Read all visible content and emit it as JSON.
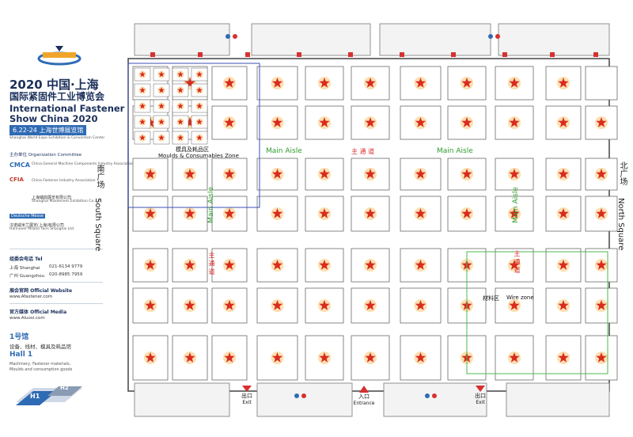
{
  "header": {
    "title_cn": "2020 中国·上海",
    "title_cn2": "国际紧固件工业博览会",
    "title_en1": "International Fastener",
    "title_en2": "Show China 2020",
    "dates": "6.22-24 上海世博展览馆",
    "venue_en": "Shanghai World Expo Exhibition & Convention Center"
  },
  "organizers": {
    "heading": "主办单位 Organization Committee",
    "org1_abbr": "CMCA",
    "org1_name": "China General Machine Components Industry Association",
    "org2_abbr": "CFIA",
    "org2_name": "China Fastener Industry Association",
    "org3_name": "上海镇鼎展览有限公司",
    "org3_en": "Shanghai Maxxevent Exhibition Co.,Ltd",
    "org4_name": "Deutsche Messe",
    "org4_cn": "汉诺威米兰展览(上海)有限公司",
    "org4_en": "Hannover Milano Fairs Shanghai Ltd."
  },
  "contact": {
    "tel_heading": "组委会电话 Tel",
    "sh_label": "上海  Shanghai",
    "sh_tel": "021-6134 9779",
    "gz_label": "广州  Guangzhou",
    "gz_tel": "020-8985 7959",
    "web_heading": "展会官网 Official Website",
    "web_url": "www.Afastener.com",
    "media_heading": "官方媒体 Official Media",
    "media_url": "www.Aluosi.com"
  },
  "hall": {
    "hall_cn": "1号馆",
    "hall_cn_desc": "设备、线材、模具及耗品馆",
    "hall_en": "Hall 1",
    "hall_en_desc1": "Machinery, Fastener materials,",
    "hall_en_desc2": "Moulds and consumption goods",
    "h1": "H1",
    "h2": "H2"
  },
  "map": {
    "south_cn": "南广场",
    "south_en": "South Square",
    "north_cn": "北广场",
    "north_en": "North Square",
    "main_aisle": "Main Aisle",
    "main_aisle_cn": "主 通 道",
    "moulds_cn": "模具及耗品区",
    "moulds_en": "Moulds & Consumables Zone",
    "wire_cn": "材料区",
    "wire_en": "Wire zone",
    "exit_cn": "出口",
    "exit_en": "Exit",
    "entrance_cn": "入口",
    "entrance_en": "Entrance"
  },
  "colors": {
    "navy": "#1a2f5a",
    "blue": "#2f6bb4",
    "green": "#2e9a2e",
    "red": "#d83030",
    "star_fill": "#d92b1f",
    "star_glow": "#f5a623"
  }
}
